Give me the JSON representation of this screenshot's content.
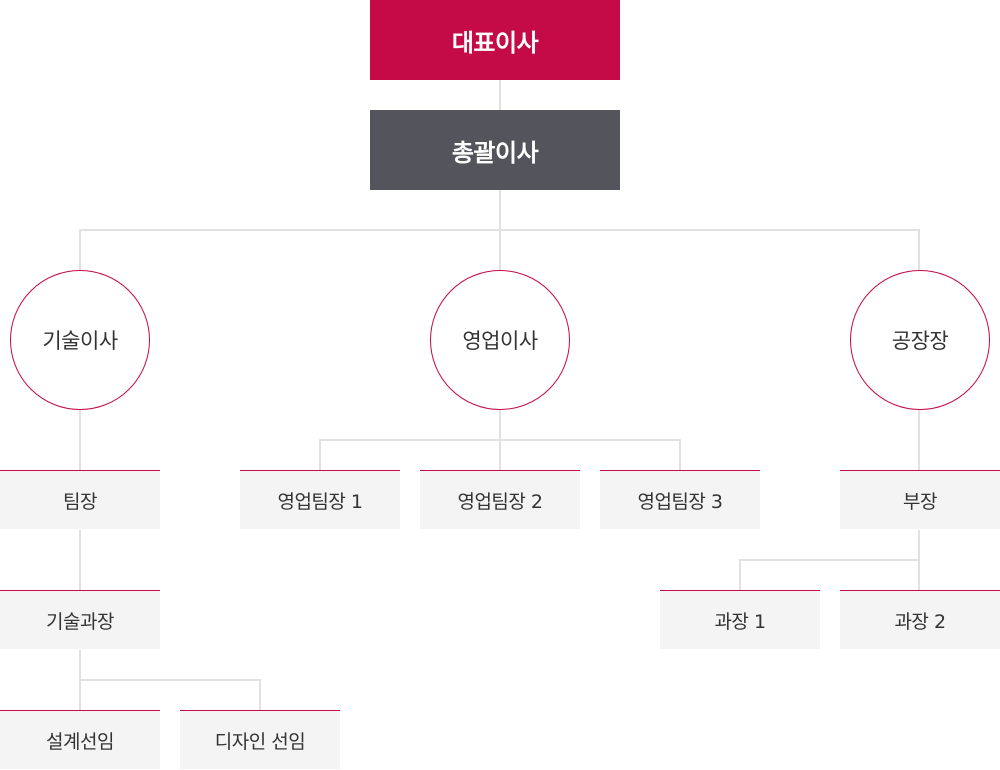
{
  "top": {
    "ceo": "대표이사",
    "general_manager": "총괄이사"
  },
  "directors": {
    "tech": "기술이사",
    "sales": "영업이사",
    "factory": "공장장"
  },
  "tech_branch": {
    "team_leader": "팀장",
    "tech_manager": "기술과장",
    "design_senior": "설계선임",
    "designer_senior": "디자인 선임"
  },
  "sales_branch": {
    "team1": "영업팀장 1",
    "team2": "영업팀장 2",
    "team3": "영업팀장 3"
  },
  "factory_branch": {
    "deputy": "부장",
    "manager1": "과장 1",
    "manager2": "과장 2"
  },
  "colors": {
    "accent": "#c40a47",
    "dark": "#54555c",
    "line": "#e1e1e1",
    "box": "#f4f4f4"
  }
}
